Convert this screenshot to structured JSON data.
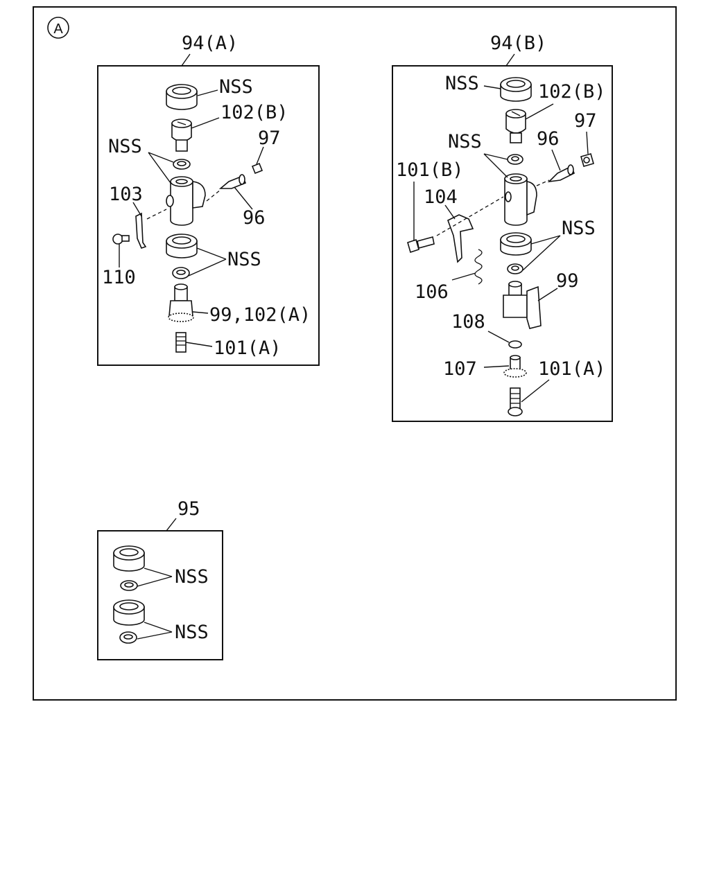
{
  "view_marker": "A",
  "groups": {
    "a": {
      "title": "94(A)"
    },
    "b": {
      "title": "94(B)"
    },
    "c": {
      "title": "95"
    }
  },
  "callouts": {
    "a_nss_top": "NSS",
    "a_102b": "102(B)",
    "a_nss_pair": "NSS",
    "a_97": "97",
    "a_103": "103",
    "a_96": "96",
    "a_nss_lower": "NSS",
    "a_110": "110",
    "a_99_102a": "99,102(A)",
    "a_101a": "101(A)",
    "b_nss_top": "NSS",
    "b_102b": "102(B)",
    "b_97": "97",
    "b_nss_pair": "NSS",
    "b_96": "96",
    "b_101b": "101(B)",
    "b_104": "104",
    "b_nss_lower": "NSS",
    "b_99": "99",
    "b_106": "106",
    "b_108": "108",
    "b_107": "107",
    "b_101a": "101(A)",
    "c_nss_1": "NSS",
    "c_nss_2": "NSS"
  }
}
